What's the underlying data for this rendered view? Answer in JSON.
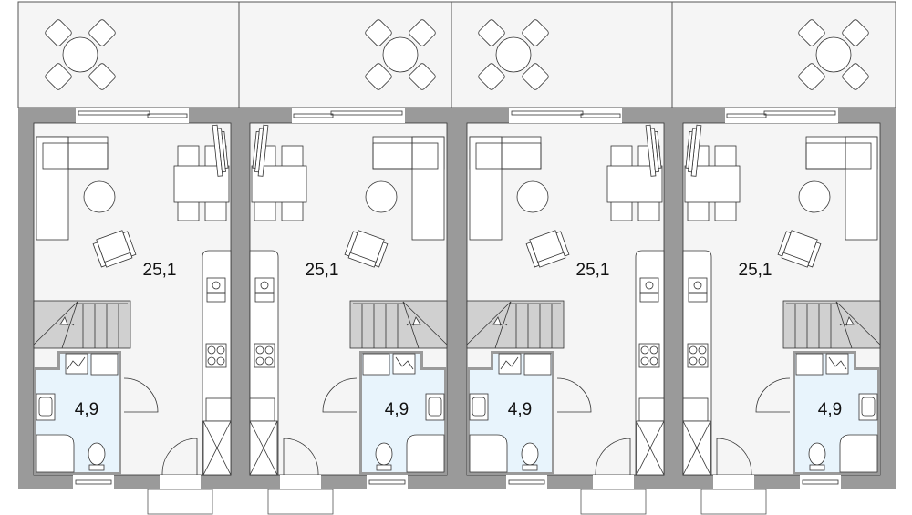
{
  "plan": {
    "units": [
      {
        "living_area": "25,1",
        "bathroom_area": "4,9",
        "orientation": "normal"
      },
      {
        "living_area": "25,1",
        "bathroom_area": "4,9",
        "orientation": "mirrored"
      },
      {
        "living_area": "25,1",
        "bathroom_area": "4,9",
        "orientation": "normal"
      },
      {
        "living_area": "25,1",
        "bathroom_area": "4,9",
        "orientation": "mirrored"
      }
    ],
    "colors": {
      "walls": "#9a9a9a",
      "floor": "#f5f5f5",
      "bathroom": "#e8f4fc",
      "stairs": "#d0d0d0",
      "lines": "#333333"
    }
  }
}
